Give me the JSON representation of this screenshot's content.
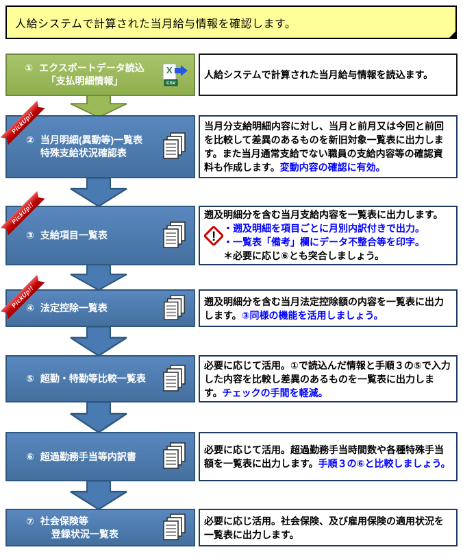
{
  "banner": {
    "text": "人給システムで計算された当月給与情報を確認します。"
  },
  "ribbon_label": "PickUp!!",
  "palette": {
    "banner_yellow": "#FFFF99",
    "step_green": "#9BBB59",
    "step_green_border": "#71893F",
    "step_blue": "#4A79B2",
    "step_blue_border": "#2F5780",
    "desc_border_navy": "#1F3864",
    "emphasis_blue": "#0000FF",
    "ribbon_red": "#C40000",
    "warning_red": "#CC0000"
  },
  "icon_glyphs": {
    "excel_x": "X",
    "csv": "CSV",
    "warning": "!"
  },
  "steps": [
    {
      "num": "①",
      "title_lines": [
        "エクスポートデータ読込",
        "「支払明細情報」"
      ],
      "icon": "excel-csv-export-icon",
      "pickup": false,
      "desc": [
        {
          "t": "人給システムで計算された当月給与情報を読込ます。",
          "c": "k"
        }
      ]
    },
    {
      "num": "②",
      "title_lines": [
        "当月明細(異動等)一覧表",
        "特殊支給状況確認表"
      ],
      "icon": "documents-stack-icon",
      "pickup": true,
      "desc": [
        {
          "t": "当月分支給明細内容に対し、当月と前月又は今回と前回を比較して差異のあるものを新旧対象一覧表に出力します。また当月通常支給でない職員の支給内容等の確認資料も作成します。",
          "c": "k"
        },
        {
          "t": "変動内容の確認に有効。",
          "c": "b"
        }
      ]
    },
    {
      "num": "③",
      "title_lines": [
        "支給項目一覧表"
      ],
      "icon": "documents-stack-icon",
      "pickup": true,
      "desc_intro": "遡及明細分を含む当月支給内容を一覧表に出力します。",
      "desc_lines": [
        {
          "t": "・遡及明細を項目ごとに月別内訳付きで出力。",
          "c": "b"
        },
        {
          "t": "・一覧表「備考」欄にデータ不整合等を印字。",
          "c": "b"
        },
        {
          "t": "＊必要に応じ⑥とも突合しましょう。",
          "c": "k"
        }
      ]
    },
    {
      "num": "④",
      "title_lines": [
        "法定控除一覧表"
      ],
      "icon": "documents-stack-icon",
      "pickup": true,
      "desc": [
        {
          "t": "遡及明細分を含む当月法定控除額の内容を一覧表に出力します。",
          "c": "k"
        },
        {
          "t": "③同様の機能を活用しましょう。",
          "c": "b"
        }
      ]
    },
    {
      "num": "⑤",
      "title_lines": [
        "超勤・特勤等比較一覧表"
      ],
      "icon": "documents-stack-icon",
      "pickup": false,
      "desc": [
        {
          "t": "必要に応じて活用。①で読込んだ情報と手順３の⑤で入力した内容を比較し差異のあるものを一覧表に出力します。",
          "c": "k"
        },
        {
          "t": "チェックの手間を軽減。",
          "c": "b"
        }
      ]
    },
    {
      "num": "⑥",
      "title_lines": [
        "超過勤務手当等内訳書"
      ],
      "icon": "documents-stack-icon",
      "pickup": false,
      "desc": [
        {
          "t": "必要に応じて活用。超過勤務手当時間数や各種特殊手当額を一覧表に出力します。",
          "c": "k"
        },
        {
          "t": "手順３の⑥と比較しましょう。",
          "c": "b"
        }
      ]
    },
    {
      "num": "⑦",
      "title_lines": [
        "社会保険等",
        "登録状況一覧表"
      ],
      "icon": "documents-stack-icon",
      "pickup": false,
      "desc": [
        {
          "t": "必要に応じ活用。社会保険、及び雇用保険の適用状況を一覧表に出力します。",
          "c": "k"
        }
      ]
    }
  ]
}
